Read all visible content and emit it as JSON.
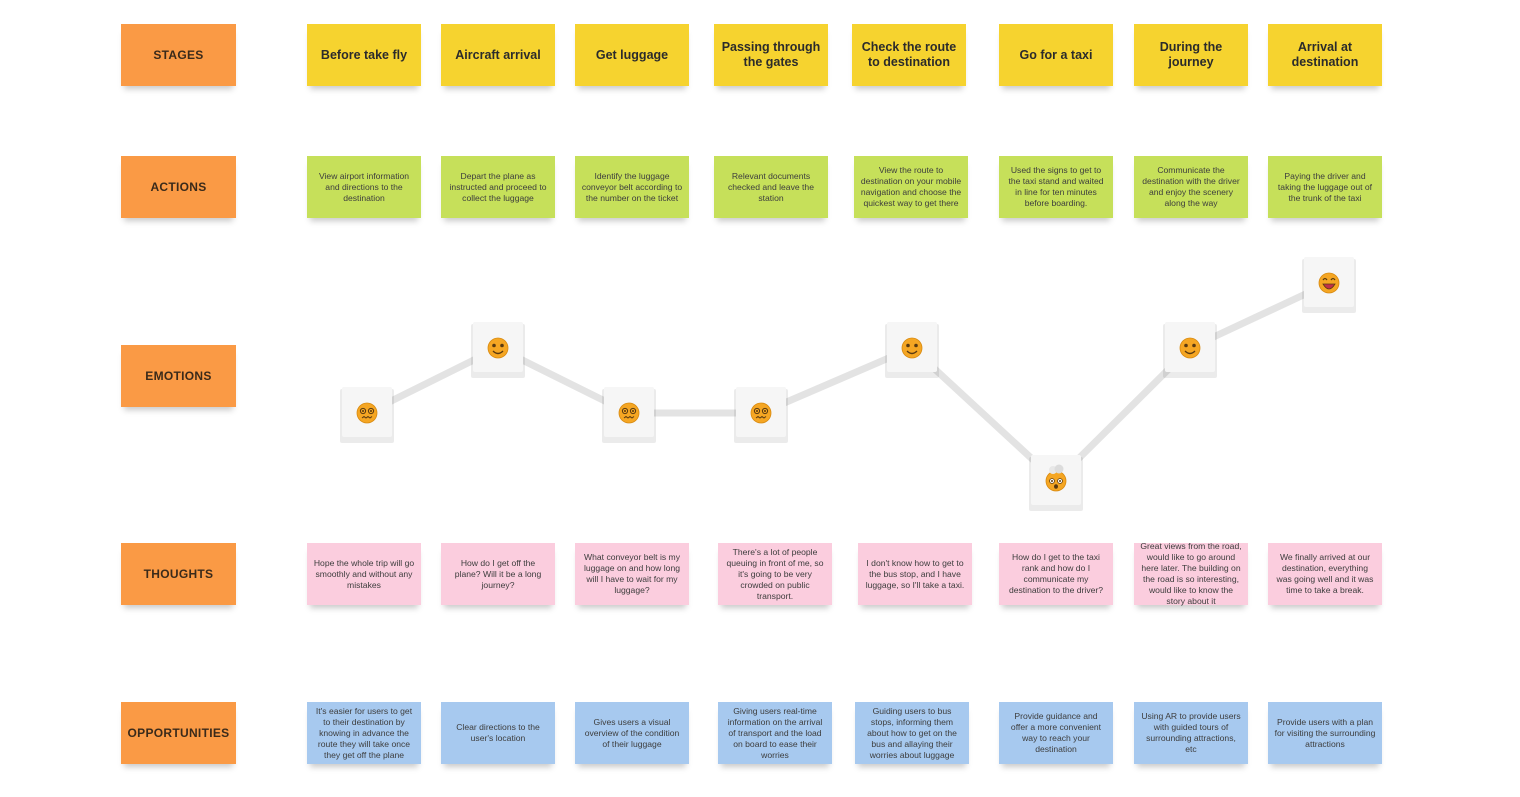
{
  "row_labels": {
    "stages": "STAGES",
    "actions": "ACTIONS",
    "emotions": "EMOTIONS",
    "thoughts": "THOUGHTS",
    "opportunities": "OPPORTUNITIES"
  },
  "stages": [
    "Before take fly",
    "Aircraft arrival",
    "Get luggage",
    "Passing through the gates",
    "Check the route to destination",
    "Go for a taxi",
    "During the journey",
    "Arrival at destination"
  ],
  "actions": [
    "View airport information and directions to the destination",
    "Depart the plane as instructed and proceed to collect the luggage",
    "Identify the luggage conveyor belt according to the number on the ticket",
    "Relevant documents checked and leave the station",
    "View the route to destination on your mobile navigation and choose the quickest way to get there",
    "Used the signs to get to the taxi stand and waited in line for ten minutes before boarding.",
    "Communicate the destination with the driver and enjoy the scenery along the way",
    "Paying the driver and taking the luggage out of the trunk of the taxi"
  ],
  "emotions": [
    {
      "icon": "dizzy-face-icon",
      "level": "low"
    },
    {
      "icon": "smiling-face-icon",
      "level": "medium"
    },
    {
      "icon": "dizzy-face-icon",
      "level": "low"
    },
    {
      "icon": "dizzy-face-icon",
      "level": "low"
    },
    {
      "icon": "smiling-face-icon",
      "level": "medium"
    },
    {
      "icon": "exploding-head-icon",
      "level": "lowest"
    },
    {
      "icon": "smiling-face-icon",
      "level": "medium"
    },
    {
      "icon": "grinning-face-icon",
      "level": "high"
    }
  ],
  "thoughts": [
    "Hope the whole trip will go smoothly and without any mistakes",
    "How do I get off the plane? Will it be a long journey?",
    "What conveyor belt is my luggage on and how long will I have to wait for my luggage?",
    "There's a lot of people queuing in front of me, so it's going to be very crowded on public transport.",
    "I don't know how to get to the bus stop, and I have luggage, so I'll take a taxi.",
    "How do I get to the taxi rank and how do I communicate my destination to the driver?",
    "Great views from the road, would like to go around here later. The building on the road is so interesting, would like to know the story about it",
    "We finally arrived at our destination, everything was going well and it was time to take a break."
  ],
  "opportunities": [
    "It's easier for users to get to their destination by knowing in advance the route they will take once they get off the plane",
    "Clear directions to the user's location",
    "Gives users a visual overview of the condition of their luggage",
    "Giving users real-time information on the arrival of transport and the load on board to ease their worries",
    "Guiding users to bus stops, informing them about how to get on the bus and allaying their worries about luggage",
    "Provide guidance and offer a more convenient way to reach your destination",
    "Using AR to provide users with guided tours of surrounding attractions, etc",
    "Provide users with a plan for visiting the surrounding attractions"
  ],
  "colors": {
    "label": "#fa9a45",
    "stage": "#f6d32f",
    "action": "#c6e05a",
    "thought": "#fbcdde",
    "opportunity": "#a7c9ef",
    "emotion_line": "#e3e3e3",
    "emoji": "#f5a623"
  }
}
